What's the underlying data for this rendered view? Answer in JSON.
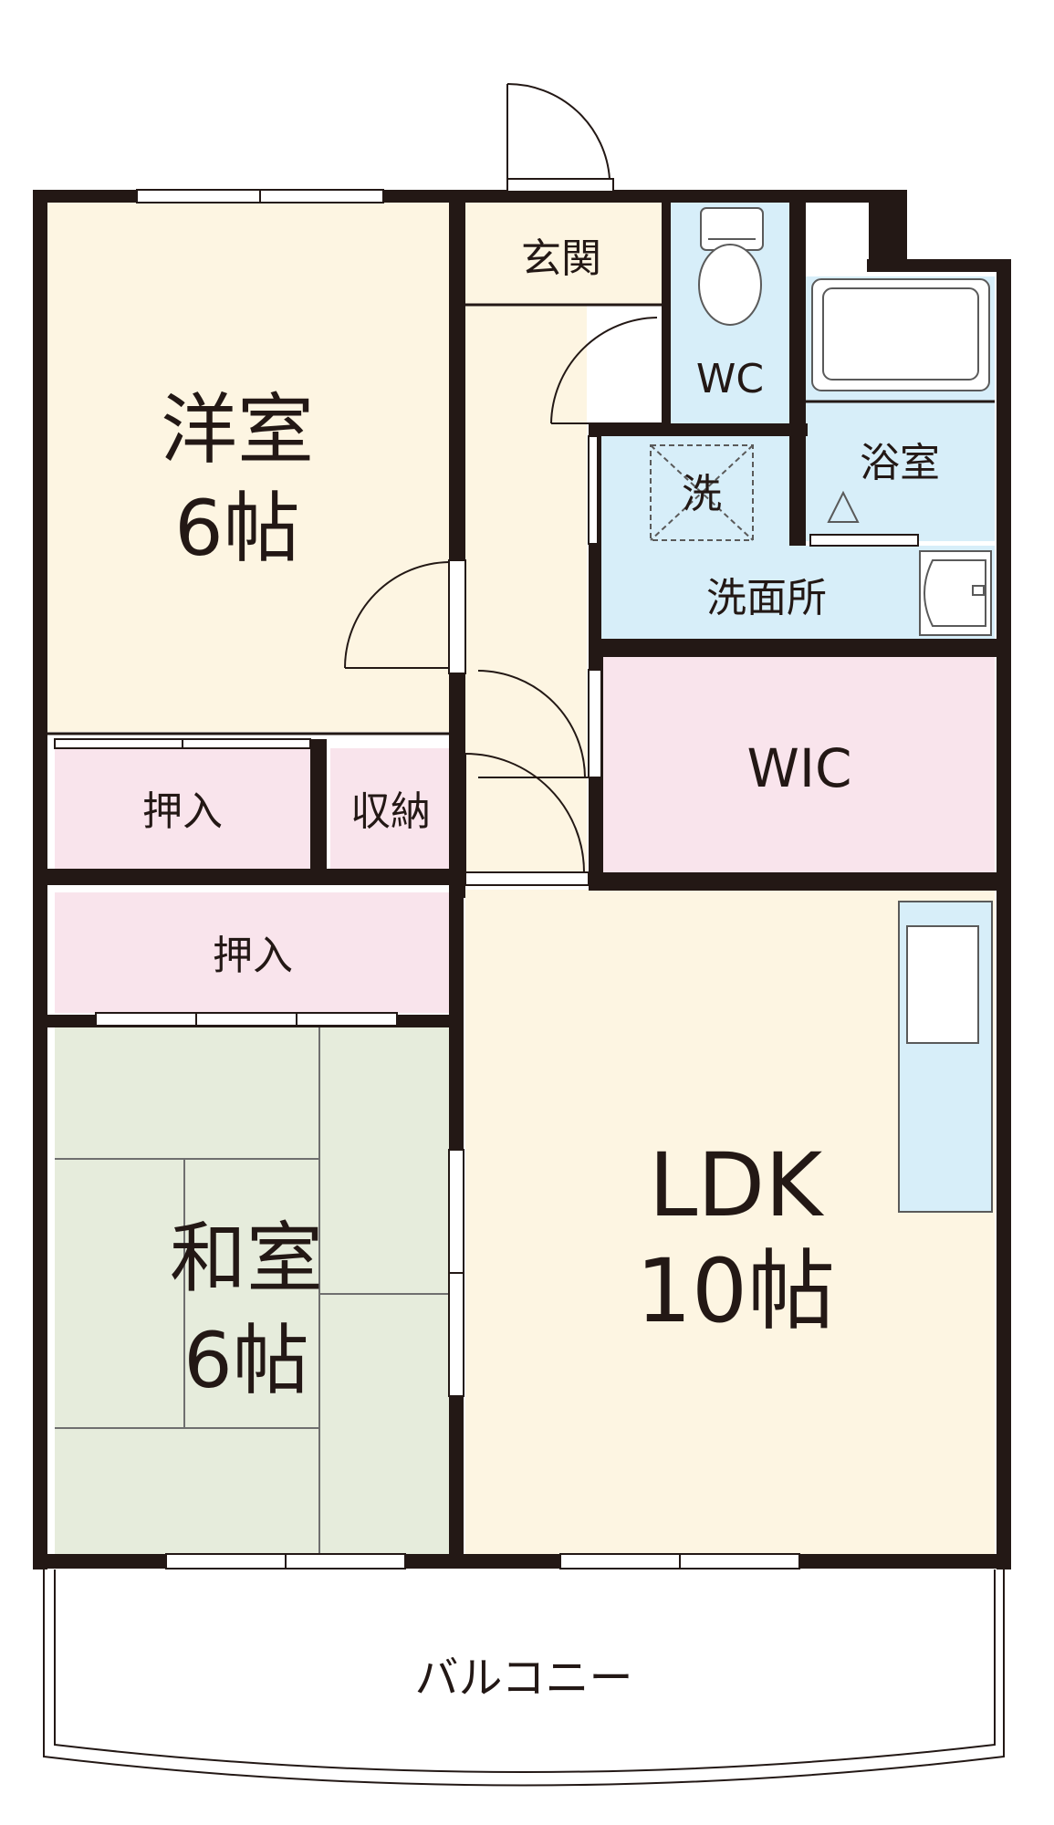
{
  "colors": {
    "wall": "#231815",
    "western_room": "#fdf5e2",
    "closet": "#f9e4ec",
    "tatami": "#e6ecdc",
    "wet_area": "#d7eef9",
    "ldk": "#fdf5e2",
    "balcony": "#ffffff",
    "fixture_stroke": "#5a5a5a"
  },
  "rooms": {
    "western": {
      "name": "洋室",
      "size": "6帖"
    },
    "japanese": {
      "name": "和室",
      "size": "6帖"
    },
    "ldk": {
      "name": "LDK",
      "size": "10帖"
    },
    "entrance": {
      "name": "玄関"
    },
    "wc": {
      "name": "WC"
    },
    "bath": {
      "name": "浴室"
    },
    "washroom": {
      "name": "洗面所"
    },
    "laundry": {
      "name": "洗"
    },
    "wic": {
      "name": "WIC"
    },
    "closet_upper": {
      "name": "押入"
    },
    "storage": {
      "name": "収納"
    },
    "closet_lower": {
      "name": "押入"
    },
    "balcony": {
      "name": "バルコニー"
    }
  }
}
